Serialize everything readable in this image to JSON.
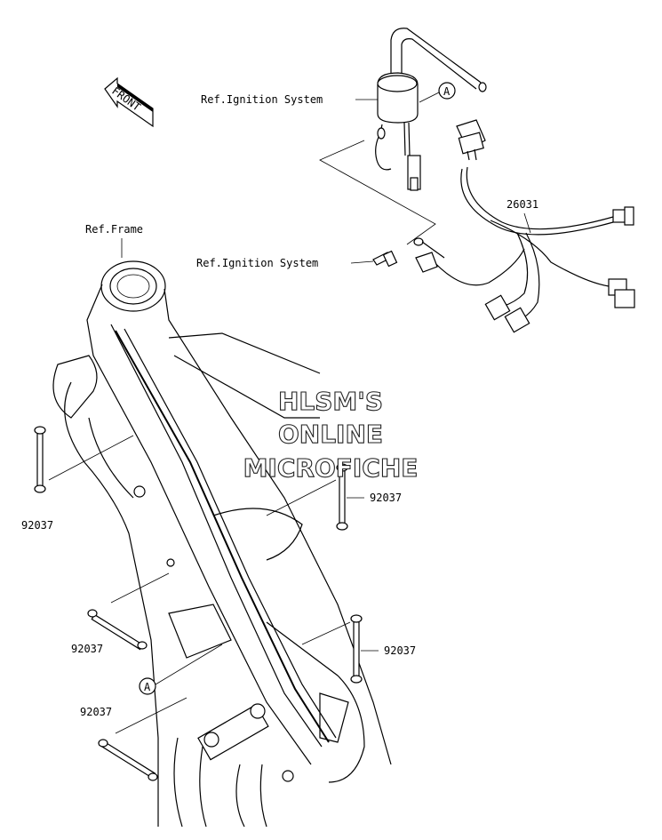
{
  "labels": {
    "front": "FRONT",
    "ref_ignition_top": "Ref.Ignition System",
    "ref_ignition_mid": "Ref.Ignition System",
    "ref_frame": "Ref.Frame",
    "part_harness": "26031",
    "band_1": "92037",
    "band_2": "92037",
    "band_3": "92037",
    "band_4": "92037",
    "band_5": "92037",
    "callout_a_top": "A",
    "callout_a_bottom": "A"
  },
  "watermark": {
    "line1": "HLSM'S",
    "line2": "ONLINE",
    "line3": "MICROFICHE"
  }
}
